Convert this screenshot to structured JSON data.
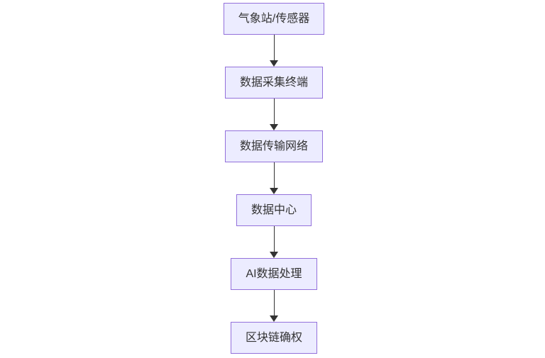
{
  "diagram": {
    "type": "flowchart",
    "direction": "top-down",
    "nodes": [
      {
        "id": "weather-station",
        "label": "气象站/传感器"
      },
      {
        "id": "data-collection-terminal",
        "label": "数据采集终端"
      },
      {
        "id": "data-transmission-network",
        "label": "数据传输网络"
      },
      {
        "id": "data-center",
        "label": "数据中心"
      },
      {
        "id": "ai-data-processing",
        "label": "AI数据处理"
      },
      {
        "id": "blockchain-confirmation",
        "label": "区块链确权"
      }
    ],
    "edges": [
      {
        "from": "weather-station",
        "to": "data-collection-terminal"
      },
      {
        "from": "data-collection-terminal",
        "to": "data-transmission-network"
      },
      {
        "from": "data-transmission-network",
        "to": "data-center"
      },
      {
        "from": "data-center",
        "to": "ai-data-processing"
      },
      {
        "from": "ai-data-processing",
        "to": "blockchain-confirmation"
      }
    ],
    "colors": {
      "node_fill": "#ECECFF",
      "node_border": "#9370DB",
      "edge": "#333333",
      "text": "#333333",
      "background": "#ffffff"
    }
  }
}
